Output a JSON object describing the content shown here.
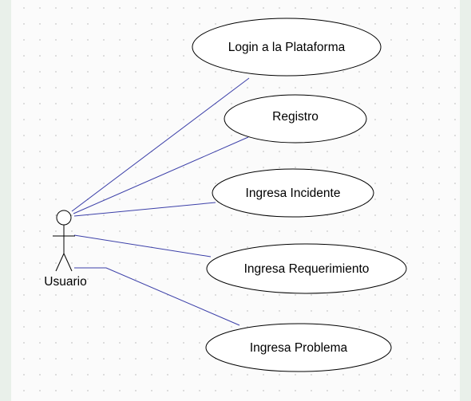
{
  "diagram": {
    "actor": {
      "label": "Usuario",
      "icon": "stick-figure-icon"
    },
    "use_cases": [
      {
        "id": "login",
        "label": "Login a la Plataforma"
      },
      {
        "id": "registro",
        "label": "Registro"
      },
      {
        "id": "incidente",
        "label": "Ingresa Incidente"
      },
      {
        "id": "requerimiento",
        "label": "Ingresa Requerimiento"
      },
      {
        "id": "problema",
        "label": "Ingresa Problema"
      }
    ],
    "associations": [
      {
        "from": "actor",
        "to": "login"
      },
      {
        "from": "actor",
        "to": "registro"
      },
      {
        "from": "actor",
        "to": "incidente"
      },
      {
        "from": "actor",
        "to": "requerimiento"
      },
      {
        "from": "actor",
        "to": "problema"
      }
    ]
  },
  "colors": {
    "outer_background": "#e9f0ea",
    "canvas_background": "#fbfbfb",
    "grid_dot": "#c8c8c8",
    "association_line": "#3b3fa8",
    "stroke": "#000000"
  }
}
